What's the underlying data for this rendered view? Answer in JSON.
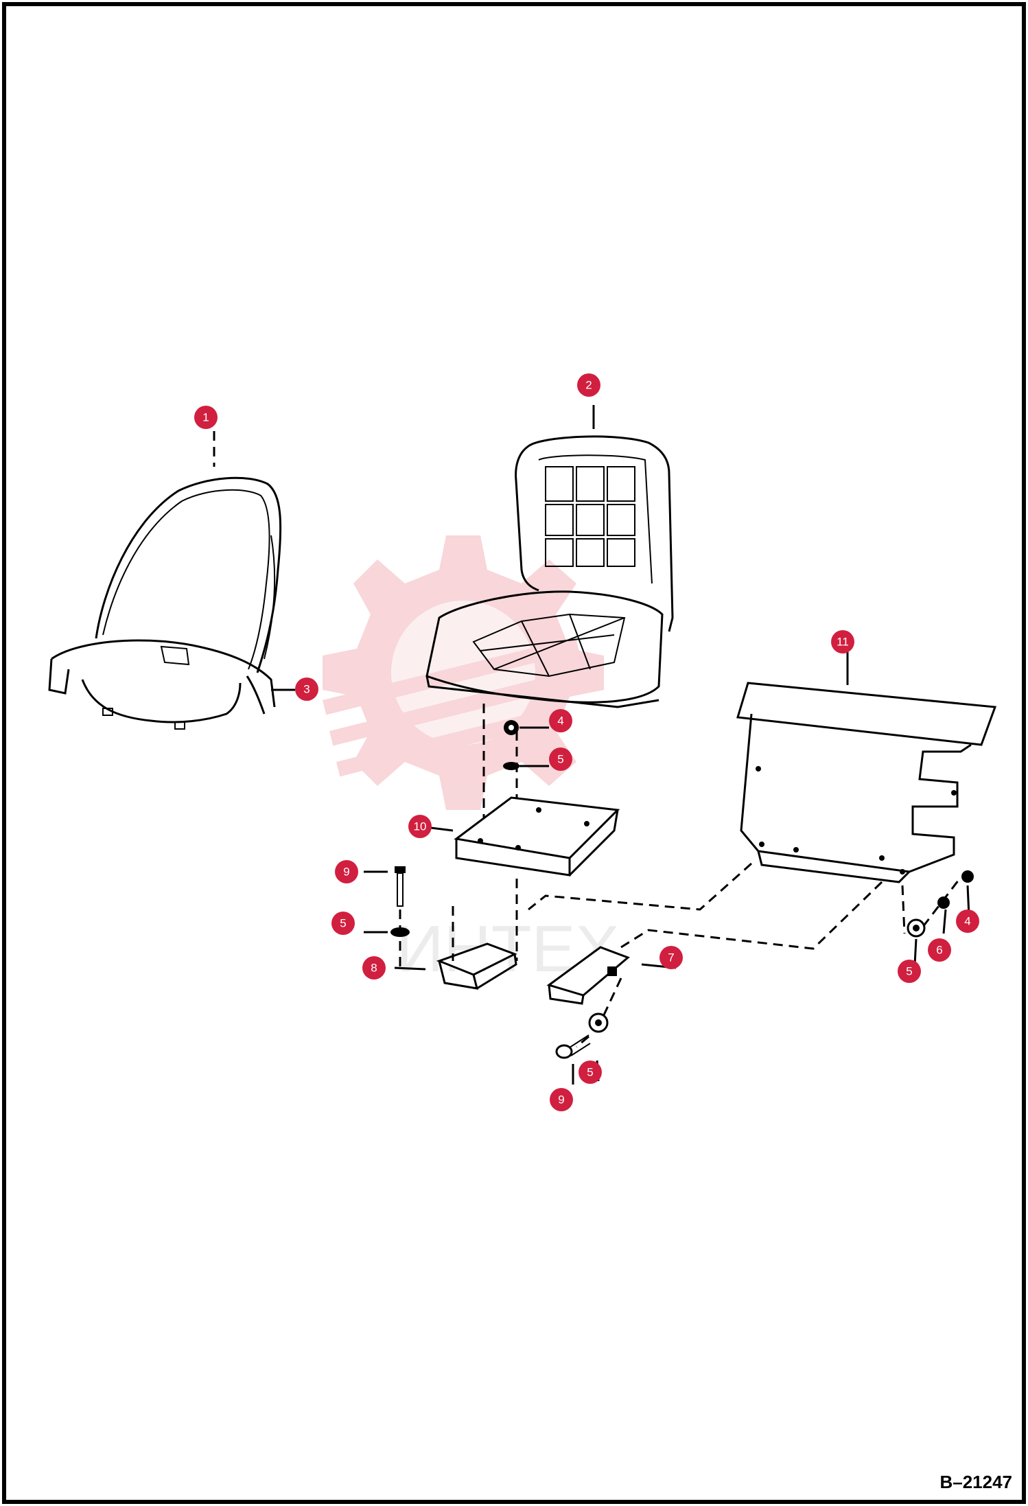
{
  "drawing_id": "B–21247",
  "watermark": {
    "text": "ИНТЕХ",
    "color": "#f3b6bb"
  },
  "colors": {
    "callout": "#d11f3f",
    "callout_text": "#ffffff",
    "ink": "#000000",
    "background": "#ffffff"
  },
  "callouts": [
    {
      "label": "1"
    },
    {
      "label": "2"
    },
    {
      "label": "3"
    },
    {
      "label": "4"
    },
    {
      "label": "5"
    },
    {
      "label": "10"
    },
    {
      "label": "11"
    },
    {
      "label": "9"
    },
    {
      "label": "5"
    },
    {
      "label": "8"
    },
    {
      "label": "7"
    },
    {
      "label": "5"
    },
    {
      "label": "9"
    },
    {
      "label": "4"
    },
    {
      "label": "6"
    },
    {
      "label": "5"
    }
  ]
}
